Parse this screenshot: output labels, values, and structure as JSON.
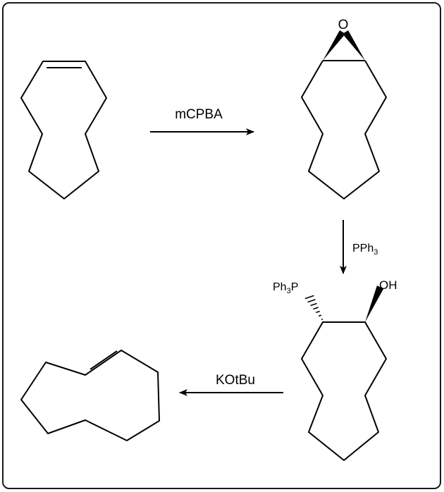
{
  "reactions": {
    "step1": {
      "reagent": "mCPBA"
    },
    "step2": {
      "reagent_main": "PPh",
      "reagent_sub": "3"
    },
    "step3": {
      "reagent": "KOtBu"
    }
  },
  "molecules": {
    "epoxide": {
      "oxygen": "O"
    },
    "betaine": {
      "phosphonium_main": "Ph",
      "phosphonium_sub": "3",
      "phosphonium_atom": "P",
      "hydroxyl": "OH"
    }
  },
  "colors": {
    "ink": "#000000",
    "frame": "#1a1a1a",
    "background": "#ffffff"
  }
}
